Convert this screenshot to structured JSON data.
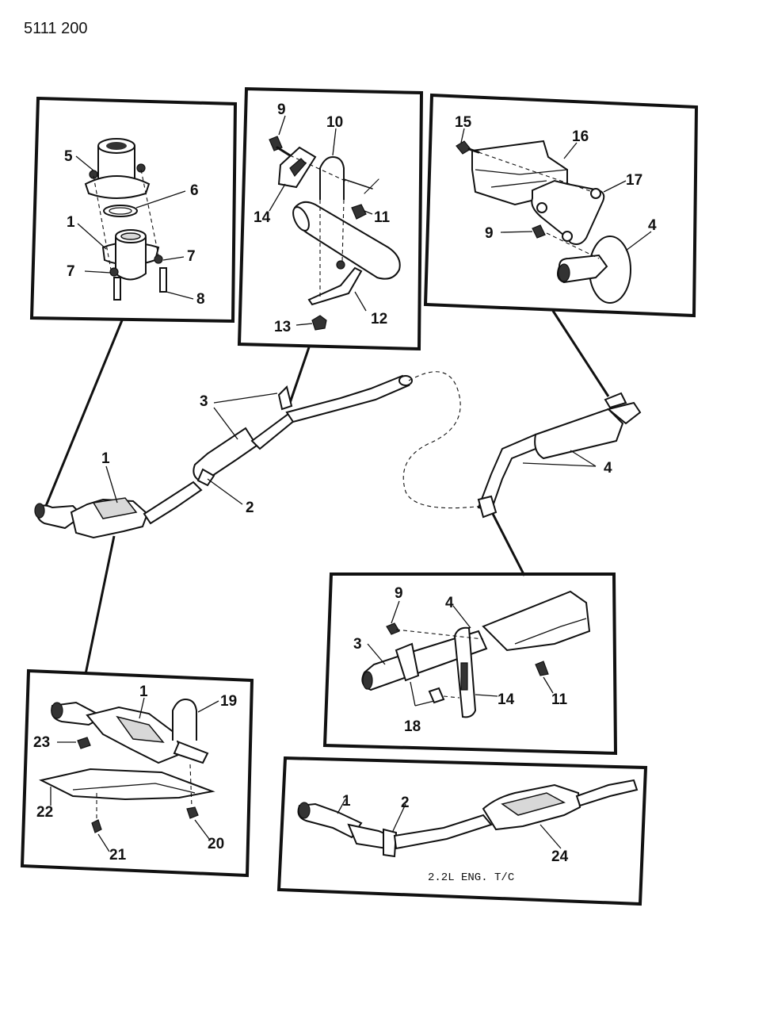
{
  "document_number": "5111 200",
  "caption": "2.2L ENG. T/C",
  "callouts": {
    "c1": "1",
    "c2": "2",
    "c3": "3",
    "c4": "4",
    "c5": "5",
    "c6": "6",
    "c7": "7",
    "c8": "8",
    "c9": "9",
    "c10": "10",
    "c11": "11",
    "c12": "12",
    "c13": "13",
    "c14": "14",
    "c15": "15",
    "c16": "16",
    "c17": "17",
    "c18": "18",
    "c19": "19",
    "c20": "20",
    "c21": "21",
    "c22": "22",
    "c23": "23",
    "c24": "24"
  }
}
